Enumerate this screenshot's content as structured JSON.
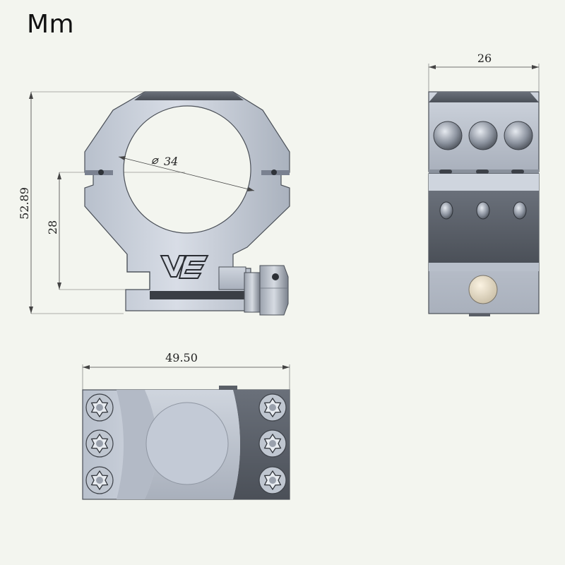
{
  "title": "Mm",
  "dimensions": {
    "height_total": "52.89",
    "center_height": "28",
    "ring_diameter": "34",
    "width": "26",
    "length": "49.50"
  },
  "logo": "VE",
  "colors": {
    "background": "#f3f5ef",
    "metal_light": "#c4cbd6",
    "metal_mid": "#9aa1ad",
    "metal_dark": "#5b606a",
    "outline": "#4a4f57"
  },
  "views": [
    "front-view",
    "side-view",
    "top-view"
  ]
}
